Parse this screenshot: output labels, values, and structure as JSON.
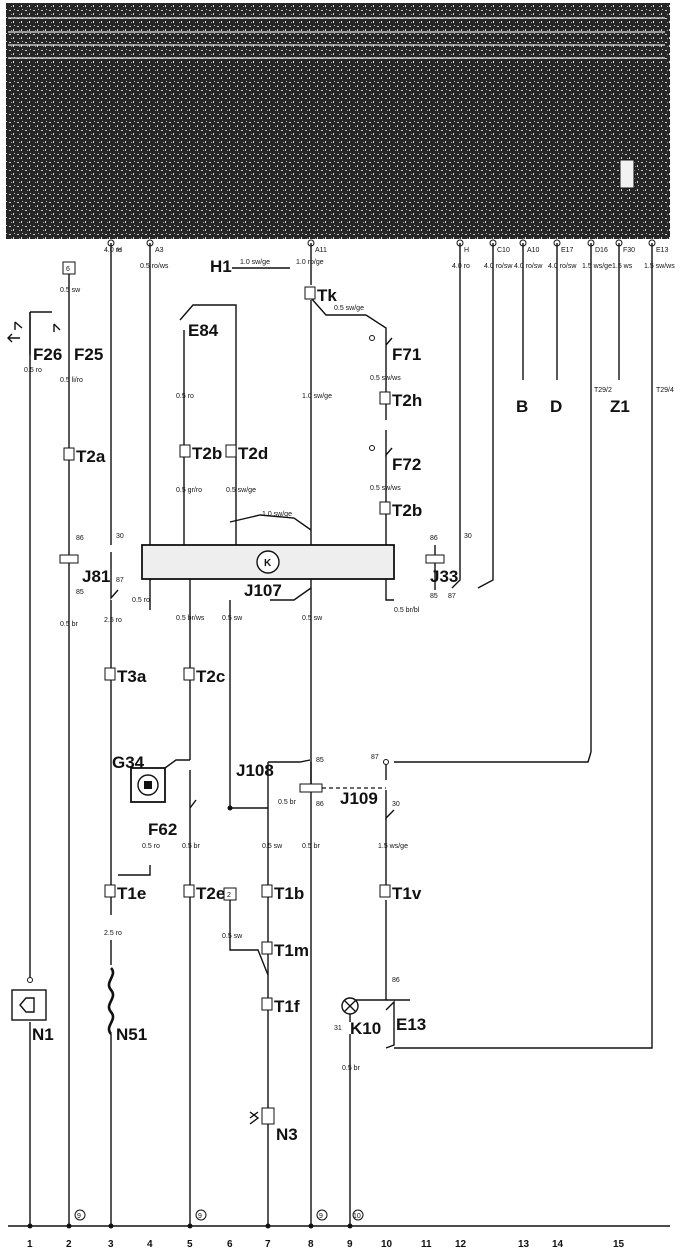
{
  "top_panel": {
    "connectors": [
      "H",
      "A3",
      "A11",
      "H",
      "C10",
      "A10",
      "E17",
      "D16",
      "F30",
      "E13"
    ]
  },
  "wire_labels": {
    "c2_top": "0.5 sw",
    "c1_mid": "0.5 ro",
    "c2_mid": "0.5 li/ro",
    "c3_top": "4.0 ro",
    "c4_top": "0.5 ro/ws",
    "c8_top": "1.0 ro/ge",
    "h1_wire": "1.0 sw/ge",
    "c12_top": "4.0 ro",
    "c13_top": "4.0 ro/sw",
    "c14_top": "4.0 ro/sw",
    "c15_top": "4.0 ro/sw",
    "c16_top": "1.5 ws/ge",
    "c17_top": "1.5 ws",
    "c18_top": "1.5 sw/ws",
    "tk_out": "0.5 sw/ge",
    "f71_out": "0.5 sw/ws",
    "f72_out": "0.5 sw/ws",
    "e84_out": "0.5 ro",
    "c6_mid": "0.5 sw",
    "c5_mid": "0.5 gr/ro",
    "c6b_mid": "0.5 sw/ge",
    "c8_mid": "1.0 sw/ge",
    "gauge_top": "1.0 sw/ge",
    "c1_low": "0.5 br",
    "c3_low": "2.5 ro",
    "c4_low": "0.5 ro",
    "c5_low": "0.5 br/ws",
    "c6_low": "0.5 sw",
    "c8_low": "0.5 sw",
    "j33_out": "0.5 br/bl",
    "f62": "0.5 ro",
    "c5_b": "0.5 br",
    "c7_b": "0.5 sw",
    "c8_b": "0.5 br",
    "c10_b": "1.5 ws/ge",
    "j108": "0.5 br",
    "c3_b": "2.5 ro",
    "c6_b2": "0.5 sw",
    "k10_out": "0.5 br"
  },
  "components": {
    "H1": "H1",
    "Tk": "Tk",
    "F26": "F26",
    "F25": "F25",
    "E84": "E84",
    "F71": "F71",
    "F72": "F72",
    "T2a": "T2a",
    "T2b": "T2b",
    "T2d": "T2d",
    "T2h": "T2h",
    "T3a": "T3a",
    "T2c": "T2c",
    "J81": "J81",
    "J33": "J33",
    "J107": "J107",
    "J108": "J108",
    "J109": "J109",
    "K": "K",
    "G34": "G34",
    "F62": "F62",
    "T1e": "T1e",
    "T1b": "T1b",
    "T1m": "T1m",
    "T1f": "T1f",
    "T1v": "T1v",
    "T2e": "T2e",
    "N1": "N1",
    "N51": "N51",
    "N3": "N3",
    "K10": "K10",
    "E13": "E13",
    "B": "B",
    "D": "D",
    "Z1": "Z1"
  },
  "terminals": {
    "j81_in": "86",
    "j81_87": "87",
    "j81_85": "85",
    "c3_30": "30",
    "j33_86": "86",
    "j33_85": "85",
    "j33_87": "87",
    "j33_30": "30",
    "j109_87": "87",
    "j109_85": "85",
    "j109_86": "86",
    "j109_30": "30",
    "e13_86": "86",
    "k10_31": "31",
    "c14_ref": "T29/2",
    "c18_ref": "T29/4",
    "fuse_box": "6",
    "ref_2": "2",
    "ref_9": "9",
    "ref_10": "10"
  },
  "circuit_numbers": [
    "1",
    "2",
    "3",
    "4",
    "5",
    "6",
    "7",
    "8",
    "9",
    "10",
    "11",
    "12",
    "13",
    "14",
    "15"
  ]
}
